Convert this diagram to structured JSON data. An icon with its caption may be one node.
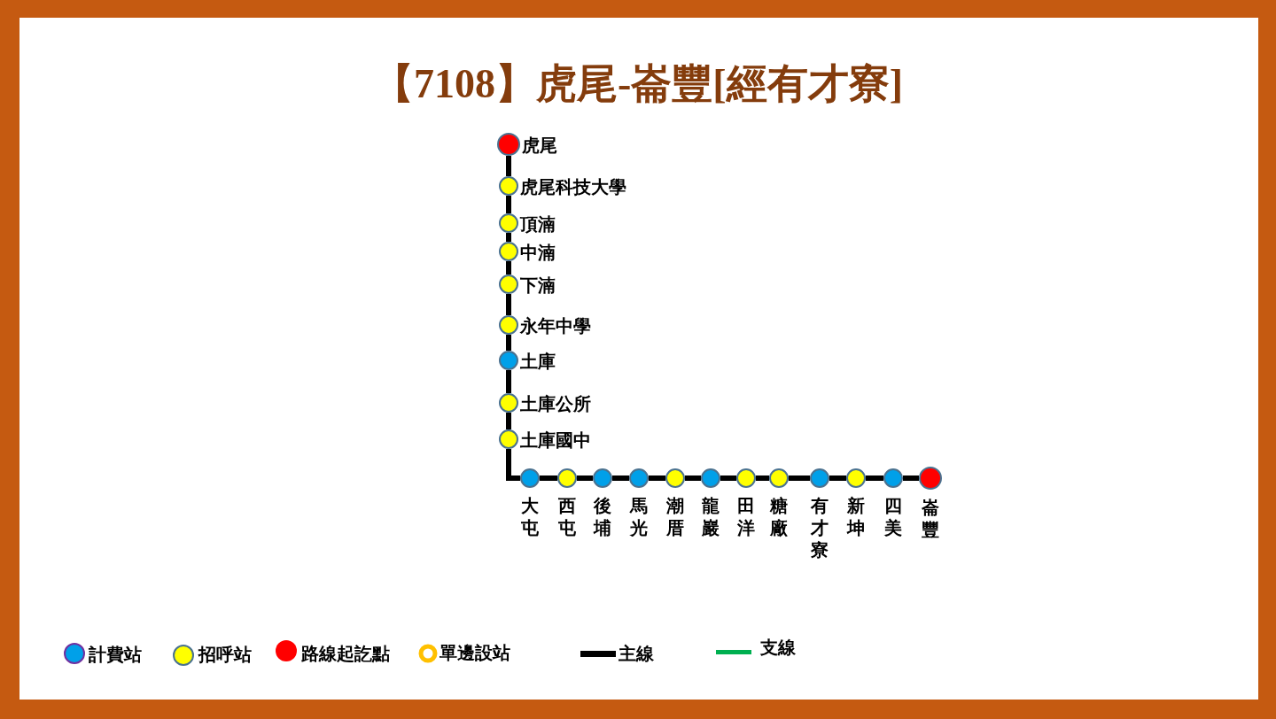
{
  "diagram": {
    "title": "【7108】虎尾-崙豐[經有才寮]",
    "nodes": [
      {
        "text": [],
        "shape": "circle",
        "beside": [
          "虎尾"
        ]
      },
      {
        "text": [],
        "shape": "circle",
        "beside": [
          "虎尾科技大學"
        ]
      },
      {
        "text": [],
        "shape": "circle",
        "beside": [
          "頂湳"
        ]
      },
      {
        "text": [],
        "shape": "circle",
        "beside": [
          "中湳"
        ]
      },
      {
        "text": [],
        "shape": "circle",
        "beside": [
          "下湳"
        ]
      },
      {
        "text": [],
        "shape": "circle",
        "beside": [
          "永年中學"
        ]
      },
      {
        "text": [],
        "shape": "circle",
        "beside": [
          "土庫"
        ]
      },
      {
        "text": [],
        "shape": "circle",
        "beside": [
          "土庫公所"
        ]
      },
      {
        "text": [],
        "shape": "circle",
        "beside": [
          "土庫國中"
        ]
      },
      {
        "text": [],
        "shape": "circle",
        "beside": [
          "大屯"
        ]
      },
      {
        "text": [],
        "shape": "circle",
        "beside": [
          "西屯"
        ]
      },
      {
        "text": [],
        "shape": "circle",
        "beside": [
          "後埔"
        ]
      },
      {
        "text": [],
        "shape": "circle",
        "beside": [
          "馬光"
        ]
      },
      {
        "text": [],
        "shape": "circle",
        "beside": [
          "潮厝"
        ]
      },
      {
        "text": [],
        "shape": "circle",
        "beside": [
          "龍巖"
        ]
      },
      {
        "text": [],
        "shape": "circle",
        "beside": [
          "田洋"
        ]
      },
      {
        "text": [],
        "shape": "circle",
        "beside": [
          "糖廠"
        ]
      },
      {
        "text": [],
        "shape": "circle",
        "beside": [
          "有才寮"
        ]
      },
      {
        "text": [],
        "shape": "circle",
        "beside": [
          "新坤"
        ]
      },
      {
        "text": [],
        "shape": "circle",
        "beside": [
          "四美"
        ]
      },
      {
        "text": [],
        "shape": "circle",
        "beside": [
          "崙豐"
        ]
      }
    ],
    "edges": [
      {
        "from": 0,
        "to": 1,
        "arrow": "none"
      },
      {
        "from": 1,
        "to": 2,
        "arrow": "none"
      },
      {
        "from": 2,
        "to": 3,
        "arrow": "none"
      },
      {
        "from": 3,
        "to": 4,
        "arrow": "none"
      },
      {
        "from": 4,
        "to": 5,
        "arrow": "none"
      },
      {
        "from": 5,
        "to": 6,
        "arrow": "none"
      },
      {
        "from": 6,
        "to": 7,
        "arrow": "none"
      },
      {
        "from": 7,
        "to": 8,
        "arrow": "none"
      },
      {
        "from": 8,
        "to": 9,
        "arrow": "none"
      },
      {
        "from": 9,
        "to": 10,
        "arrow": "none"
      },
      {
        "from": 10,
        "to": 11,
        "arrow": "none"
      },
      {
        "from": 11,
        "to": 12,
        "arrow": "none"
      },
      {
        "from": 12,
        "to": 13,
        "arrow": "none"
      },
      {
        "from": 13,
        "to": 14,
        "arrow": "none"
      },
      {
        "from": 14,
        "to": 15,
        "arrow": "none"
      },
      {
        "from": 15,
        "to": 16,
        "arrow": "none"
      },
      {
        "from": 16,
        "to": 17,
        "arrow": "none"
      },
      {
        "from": 17,
        "to": 18,
        "arrow": "none"
      },
      {
        "from": 18,
        "to": 19,
        "arrow": "none"
      },
      {
        "from": 19,
        "to": 20,
        "arrow": "none"
      }
    ],
    "legend": [
      {
        "text": "計費站",
        "color": "#00a0e9"
      },
      {
        "text": "招呼站",
        "color": "#ffff00"
      },
      {
        "text": "路線起訖點",
        "color": "#ff0000"
      },
      {
        "text": "單邊設站",
        "color": "#ffc000"
      },
      {
        "text": "主線"
      },
      {
        "text": "支線"
      }
    ]
  }
}
